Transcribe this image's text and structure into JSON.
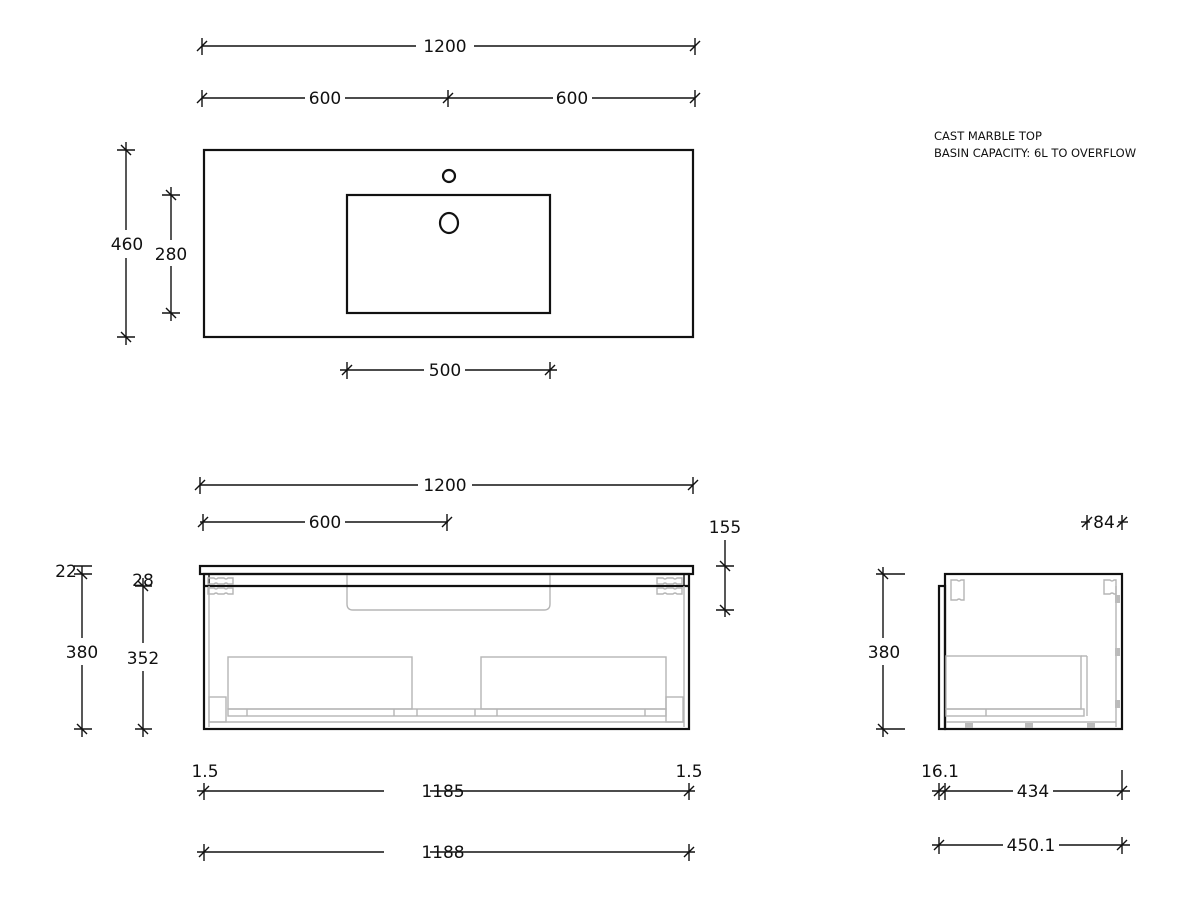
{
  "notes": {
    "line1": "CAST MARBLE TOP",
    "line2": "BASIN CAPACITY: 6L TO OVERFLOW"
  },
  "plan_view": {
    "overall_width": "1200",
    "half_left": "600",
    "half_right": "600",
    "overall_depth": "460",
    "basin_depth": "280",
    "basin_width": "500"
  },
  "front_view": {
    "overall_width": "1200",
    "half_width": "600",
    "top_thickness": "22",
    "top_gap": "28",
    "cabinet_height": "380",
    "drawer_height": "352",
    "basin_depth": "155",
    "edge_left": "1.5",
    "edge_right": "1.5",
    "drawer_width": "1185",
    "cabinet_width": "1188"
  },
  "side_view": {
    "top_overhang": "84",
    "cabinet_height": "380",
    "front_thickness": "16.1",
    "body_depth": "434",
    "overall_depth": "450.1"
  },
  "colors": {
    "line": "#111111",
    "hidden_line": "#b5b5b5",
    "background": "#ffffff"
  }
}
